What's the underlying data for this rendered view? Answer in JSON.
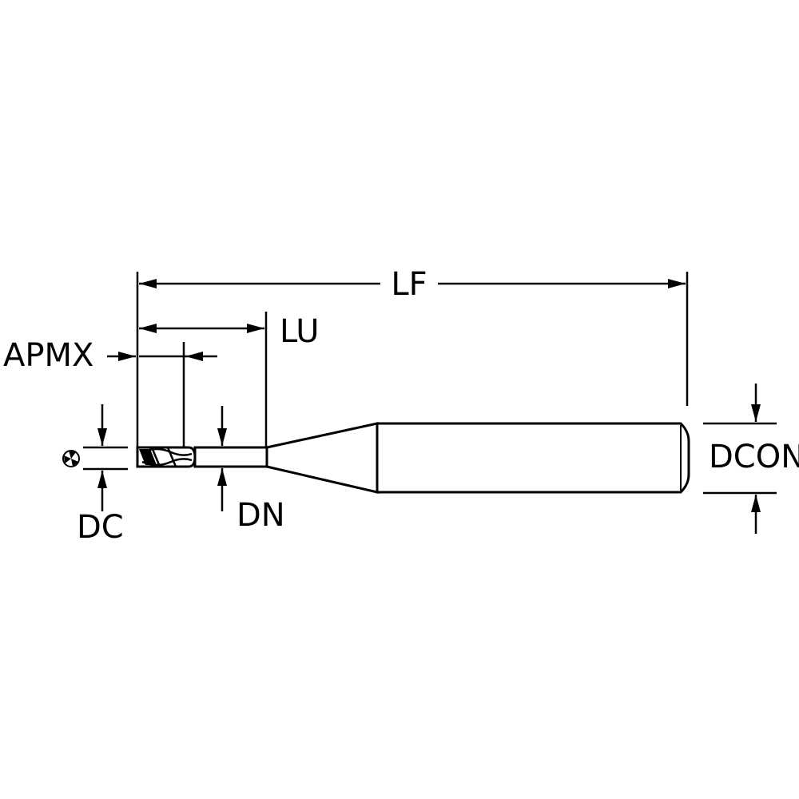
{
  "labels": {
    "lf": "LF",
    "lu": "LU",
    "apmx": "APMX",
    "dc": "DC",
    "dn": "DN",
    "dcon": "DCON"
  },
  "colors": {
    "ink": "#000000",
    "background": "#ffffff"
  },
  "icons": {
    "end_view": "end-mill-end-view-icon"
  }
}
